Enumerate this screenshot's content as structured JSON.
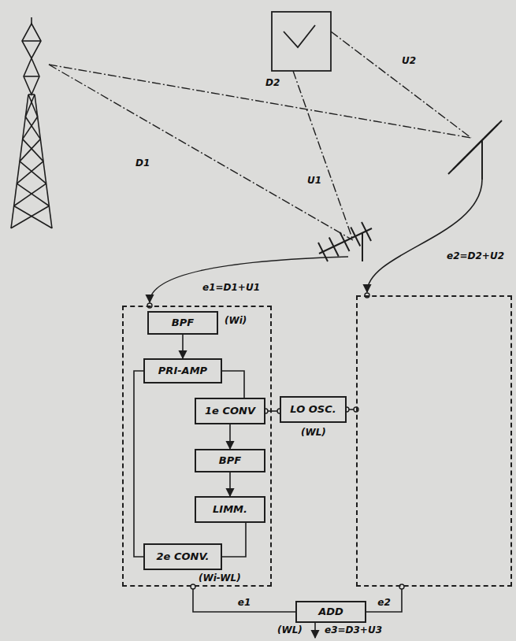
{
  "diagram": {
    "nodes": [
      {
        "text": []
      },
      {
        "text": [
          "BPF"
        ],
        "in": 0
      },
      {
        "text": [
          "PRI-AMP"
        ],
        "in": 0
      },
      {
        "text": [
          "1e CONV"
        ],
        "in": 0
      },
      {
        "text": [
          "BPF"
        ],
        "in": 0
      },
      {
        "text": [
          "LIMM."
        ],
        "in": 0
      },
      {
        "text": [
          "2e CONV."
        ],
        "in": 0
      },
      {
        "text": [
          "LO OSC."
        ]
      },
      {
        "text": []
      },
      {
        "text": [
          "ADD"
        ]
      }
    ],
    "edges": [
      {
        "from": 1,
        "to": 2,
        "arrow": "to"
      },
      {
        "from": 2,
        "to": 3,
        "arrow": "none"
      },
      {
        "from": 2,
        "to": 6,
        "arrow": "none"
      },
      {
        "from": 3,
        "to": 4,
        "arrow": "to"
      },
      {
        "from": 4,
        "to": 5,
        "arrow": "to"
      },
      {
        "from": 5,
        "to": 6,
        "arrow": "none"
      },
      {
        "from": 7,
        "to": 3,
        "arrow": "none"
      },
      {
        "from": 7,
        "to": 8,
        "arrow": "none"
      },
      {
        "from": 0,
        "to": 9,
        "label": "e1",
        "arrow": "none"
      },
      {
        "from": 8,
        "to": 9,
        "label": "e2",
        "arrow": "none"
      }
    ],
    "labels": [
      "D1",
      "U1",
      "U2",
      "D2",
      "e1=D1+U1",
      "e2=D2+U2",
      "(Wi)",
      "(Wi-WL)",
      "(WL)",
      "(WL)",
      "e3=D3+U3"
    ]
  }
}
